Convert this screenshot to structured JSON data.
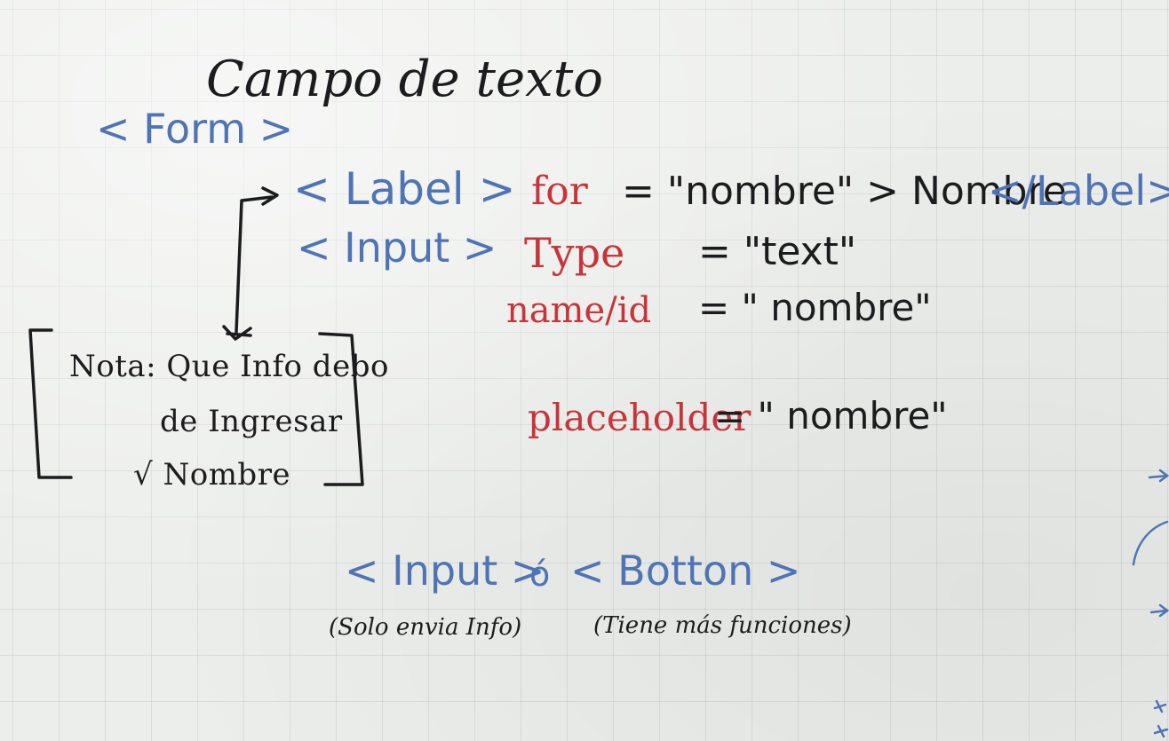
{
  "title": "Campo de texto",
  "form_open": "< Form >",
  "label_line": {
    "tag": "< Label >",
    "attr": "for",
    "value": "= \"nombre\" > Nombre",
    "close": "</Label>"
  },
  "input_block": {
    "tag": "< Input >",
    "type_attr": "Type",
    "type_value": "= \"text\"",
    "name_attr": "name/id",
    "name_value": "= \" nombre\"",
    "placeholder_attr": "placeholder",
    "placeholder_value": "= \" nombre\""
  },
  "note": {
    "line1": "Nota: Que Info debo",
    "line2": "de Ingresar",
    "line3": "√ Nombre"
  },
  "bottom": {
    "input_tag": "< Input >",
    "or_word": "ó",
    "button_tag": "< Botton >",
    "input_caption": "(Solo envia Info)",
    "button_caption": "(Tiene más funciones)"
  },
  "colors": {
    "black_ink": "#1c1c1e",
    "blue_ink": "#4f74b6",
    "red_ink": "#c8343a"
  }
}
